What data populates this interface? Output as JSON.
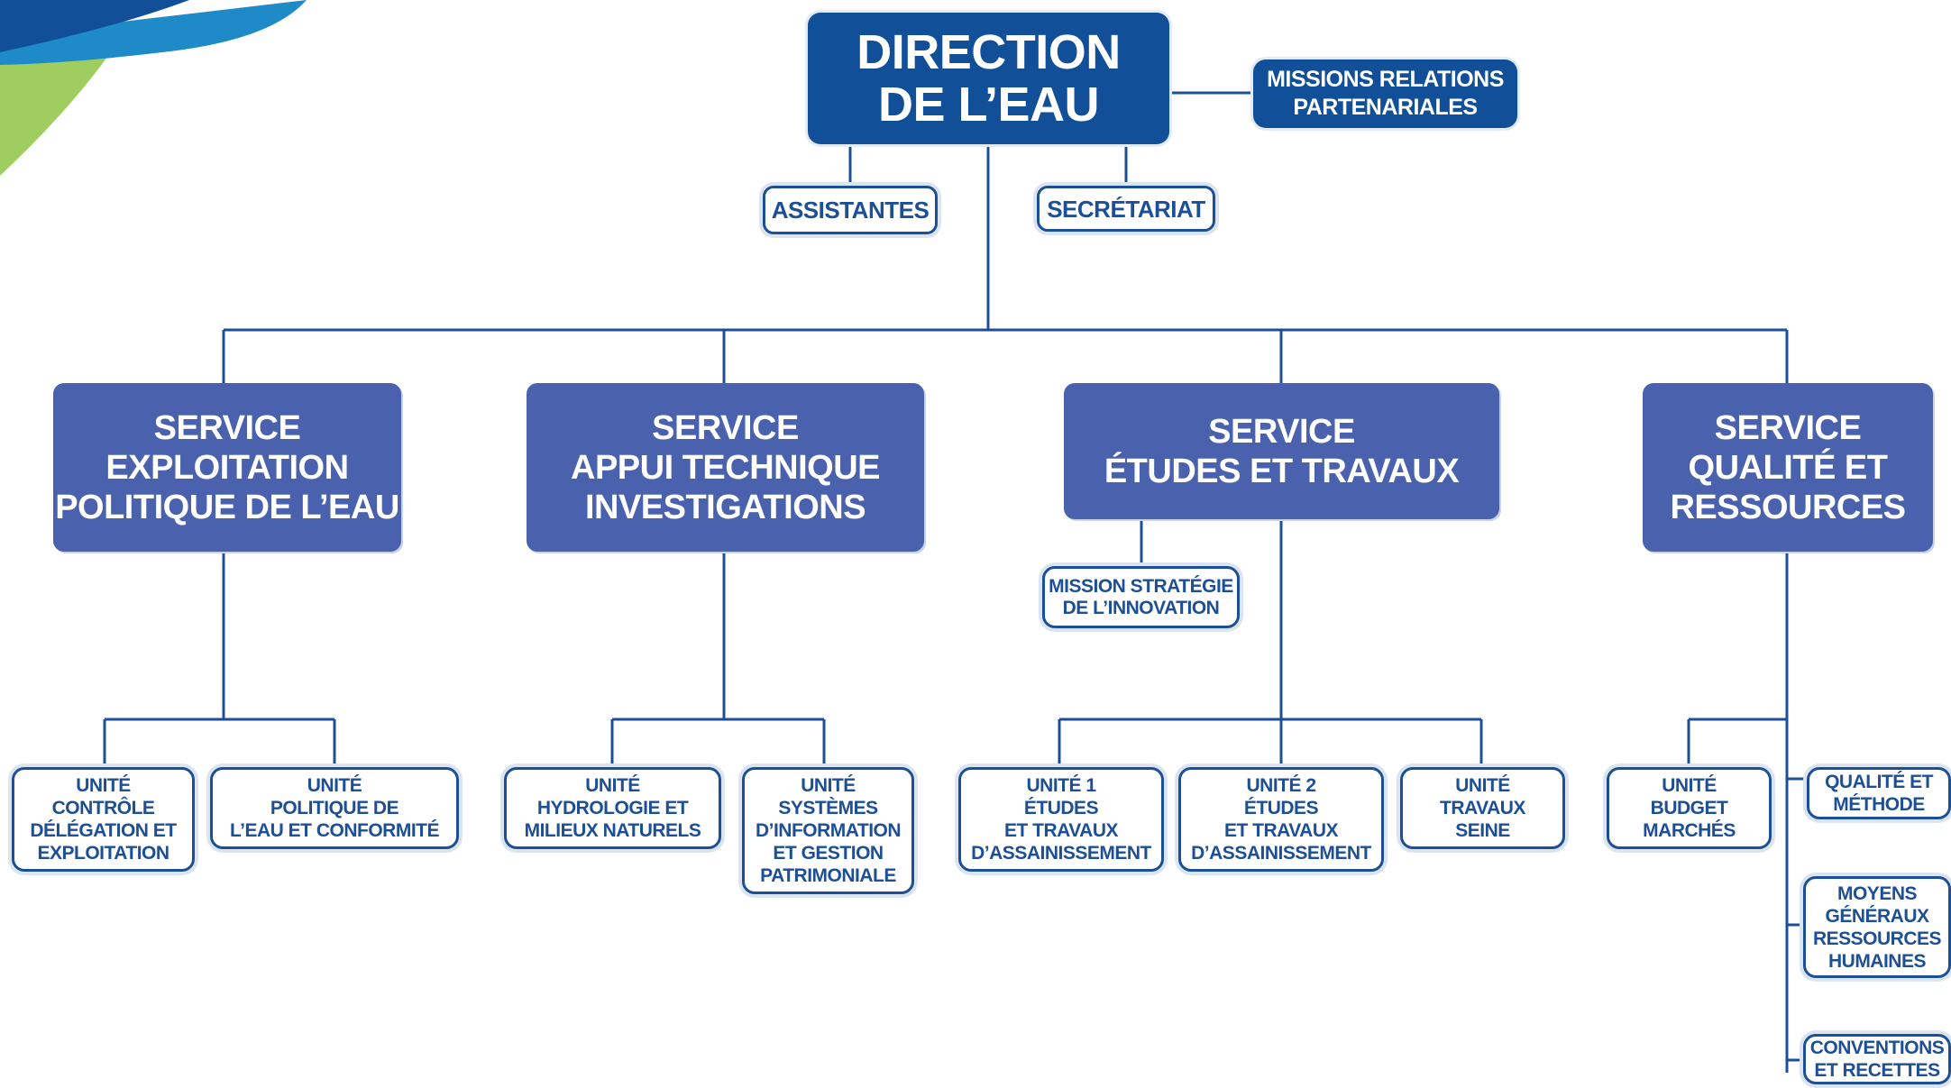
{
  "colors": {
    "primary_dark": "#124f99",
    "service_blue": "#4a62ad",
    "line_blue": "#1d4f96",
    "logo_teal": "#1e8bc8",
    "logo_green": "#9fcd5f"
  },
  "logo": {
    "name": "decorative-swoosh-logo"
  },
  "direction": {
    "label": "DIRECTION\nDE L’EAU"
  },
  "missions_relations": {
    "label": "MISSIONS RELATIONS\nPARTENARIALES"
  },
  "assistantes": {
    "label": "ASSISTANTES"
  },
  "secretariat": {
    "label": "SECRÉTARIAT"
  },
  "services": [
    {
      "label": "SERVICE\nEXPLOITATION\nPOLITIQUE DE L’EAU"
    },
    {
      "label": "SERVICE\nAPPUI TECHNIQUE\nINVESTIGATIONS"
    },
    {
      "label": "SERVICE\nÉTUDES ET TRAVAUX"
    },
    {
      "label": "SERVICE\nQUALITÉ ET\nRESSOURCES"
    }
  ],
  "mission_strategie": {
    "label": "MISSION STRATÉGIE\nDE L’INNOVATION"
  },
  "units": [
    {
      "label": "UNITÉ\nCONTRÔLE\nDÉLÉGATION ET\nEXPLOITATION"
    },
    {
      "label": "UNITÉ\nPOLITIQUE DE\nL’EAU ET CONFORMITÉ"
    },
    {
      "label": "UNITÉ\nHYDROLOGIE ET\nMILIEUX NATURELS"
    },
    {
      "label": "UNITÉ\nSYSTÈMES\nD’INFORMATION\nET GESTION\nPATRIMONIALE"
    },
    {
      "label": "UNITÉ 1\nÉTUDES\nET TRAVAUX\nD’ASSAINISSEMENT"
    },
    {
      "label": "UNITÉ 2\nÉTUDES\nET TRAVAUX\nD’ASSAINISSEMENT"
    },
    {
      "label": "UNITÉ\nTRAVAUX\nSEINE"
    },
    {
      "label": "UNITÉ\nBUDGET\nMARCHÉS"
    }
  ],
  "side_units": [
    {
      "label": "QUALITÉ ET\nMÉTHODE"
    },
    {
      "label": "MOYENS\nGÉNÉRAUX\nRESSOURCES\nHUMAINES"
    },
    {
      "label": "CONVENTIONS\nET RECETTES"
    }
  ]
}
